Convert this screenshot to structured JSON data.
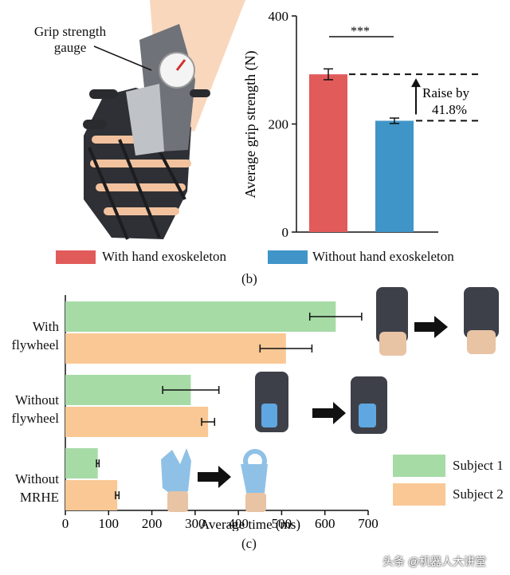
{
  "panel_b": {
    "figure_label": "(b)",
    "gauge_label_line1": "Grip strength",
    "gauge_label_line2": "gauge",
    "legend": [
      "With hand exoskeleton",
      "Without hand exoskeleton"
    ],
    "significance": "***",
    "raise_line1": "Raise by",
    "raise_line2": "41.8%"
  },
  "panel_c": {
    "figure_label": "(c)",
    "group_labels": [
      [
        "With",
        "flywheel"
      ],
      [
        "Without",
        "flywheel"
      ],
      [
        "Without",
        "MRHE"
      ]
    ],
    "legend": [
      "Subject 1",
      "Subject 2"
    ]
  },
  "watermark": "头条 @机器人大讲堂",
  "colors": {
    "red": "#e25b5b",
    "blue": "#3f95c7",
    "green": "#a6dba6",
    "orange": "#f9c895"
  },
  "chart_data": [
    {
      "type": "bar",
      "categories": [
        "With hand exoskeleton",
        "Without hand exoskeleton"
      ],
      "values": [
        292,
        206
      ],
      "errors": [
        10,
        5
      ],
      "ylabel": "Average grip strength (N)",
      "ylim": [
        0,
        400
      ],
      "yticks": [
        0,
        200,
        400
      ],
      "bar_colors": [
        "#e25b5b",
        "#3f95c7"
      ]
    },
    {
      "type": "bar",
      "orientation": "horizontal",
      "categories": [
        "With flywheel",
        "Without flywheel",
        "Without MRHE"
      ],
      "series": [
        {
          "name": "Subject 1",
          "values": [
            625,
            290,
            75
          ],
          "errors": [
            60,
            65,
            3
          ]
        },
        {
          "name": "Subject 2",
          "values": [
            510,
            330,
            120
          ],
          "errors": [
            60,
            15,
            4
          ]
        }
      ],
      "xlabel": "Average time (ms)",
      "xlim": [
        0,
        700
      ],
      "xticks": [
        0,
        100,
        200,
        300,
        400,
        500,
        600,
        700
      ],
      "series_colors": [
        "#a6dba6",
        "#f9c895"
      ]
    }
  ]
}
